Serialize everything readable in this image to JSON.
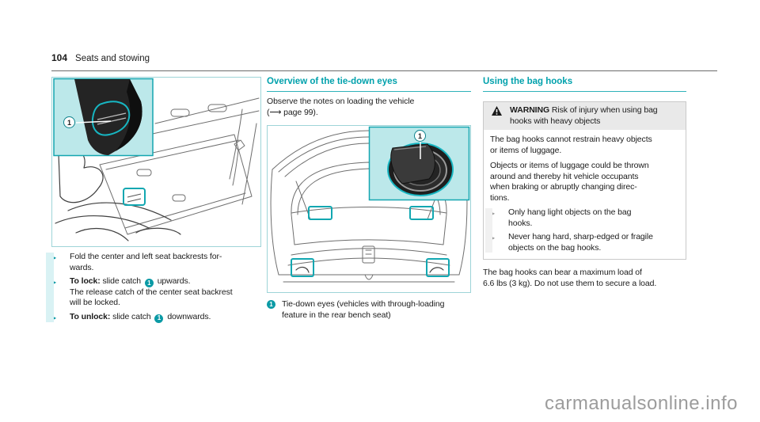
{
  "page": {
    "number": "104",
    "section_title": "Seats and stowing",
    "watermark": "carmanualsonline.info"
  },
  "colors": {
    "accent_teal": "#00a1ac",
    "inset_teal": "#bce8ea",
    "marker_teal": "#0b9aa5",
    "warning_header_bg": "#e9e9e9"
  },
  "left_column": {
    "figure_callout": "1",
    "bullets": [
      {
        "text": "Fold the center and left seat backrests for-\nwards."
      },
      {
        "bold": "To lock:",
        "pre": "slide catch",
        "marker": "1",
        "post": "upwards.",
        "detail": "The release catch of the center seat backrest\nwill be locked."
      },
      {
        "bold": "To unlock:",
        "pre": "slide catch",
        "marker": "1",
        "post": "downwards."
      }
    ]
  },
  "middle_column": {
    "heading": "Overview of the tie-down eyes",
    "intro": "Observe the notes on loading the vehicle\n(⟶ page 99).",
    "figure_callout": "1",
    "caption_marker": "1",
    "caption": "Tie-down eyes (vehicles with through-loading\nfeature in the rear bench seat)"
  },
  "right_column": {
    "heading": "Using the bag hooks",
    "warning": {
      "label": "WARNING",
      "title": "Risk of injury when using bag\nhooks with heavy objects",
      "para1": "The bag hooks cannot restrain heavy objects\nor items of luggage.",
      "para2": "Objects or items of luggage could be thrown\naround and thereby hit vehicle occupants\nwhen braking or abruptly changing direc-\ntions.",
      "bullets": [
        {
          "text": "Only hang light objects on the bag\nhooks."
        },
        {
          "text": "Never hang hard, sharp-edged or fragile\nobjects on the bag hooks."
        }
      ]
    },
    "note": "The bag hooks can bear a maximum load of\n6.6 lbs (3 kg). Do not use them to secure a load."
  }
}
